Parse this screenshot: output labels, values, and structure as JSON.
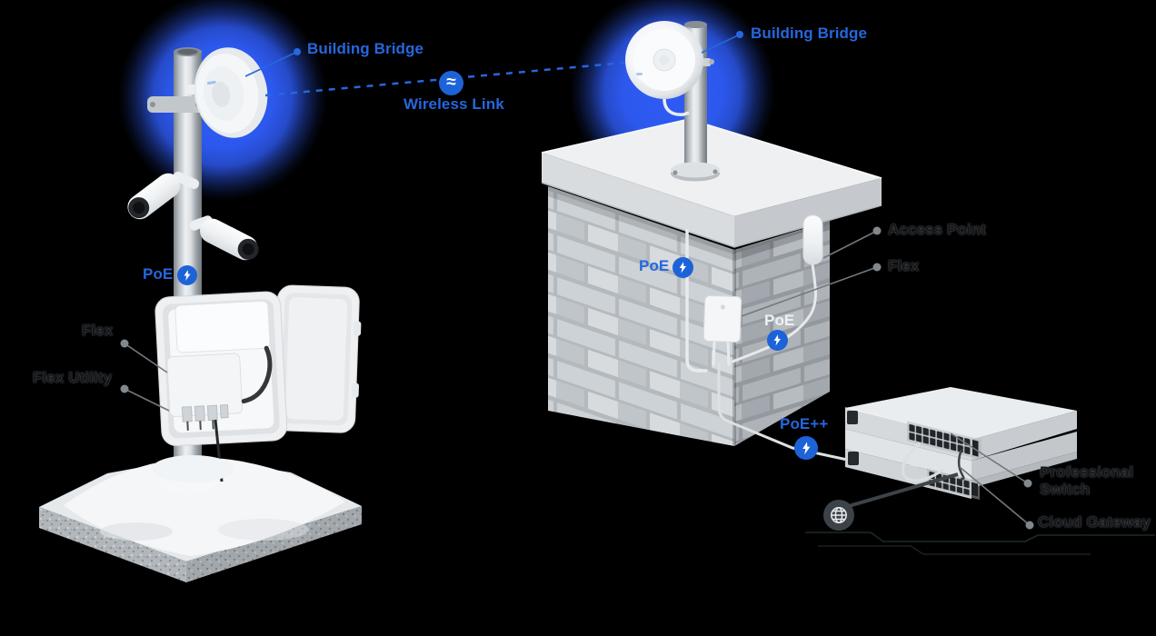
{
  "diagram": {
    "left_site": {
      "building_bridge_label": "Building Bridge",
      "poe_label": "PoE",
      "flex_label": "Flex",
      "flex_utility_label": "Flex Utility"
    },
    "wireless_link": {
      "label": "Wireless Link",
      "icon_glyph": "≈"
    },
    "right_site": {
      "building_bridge_label": "Building Bridge",
      "poe_wall_label": "PoE",
      "access_point_label": "Access Point",
      "flex_label": "Flex",
      "poe_cable_label": "PoE",
      "poe_plus_label": "PoE++"
    },
    "rack": {
      "professional_switch_label": "Professional Switch",
      "cloud_gateway_label": "Cloud Gateway"
    },
    "icons": {
      "poe": "lightning-bolt",
      "wireless_link": "radio-waves",
      "internet": "globe"
    },
    "colors": {
      "accent": "#2667dd",
      "poe_badge": "#1d63d8",
      "glow": "#2e5bf5",
      "label_dark": "#141618",
      "label_light": "#eef2f6"
    }
  }
}
